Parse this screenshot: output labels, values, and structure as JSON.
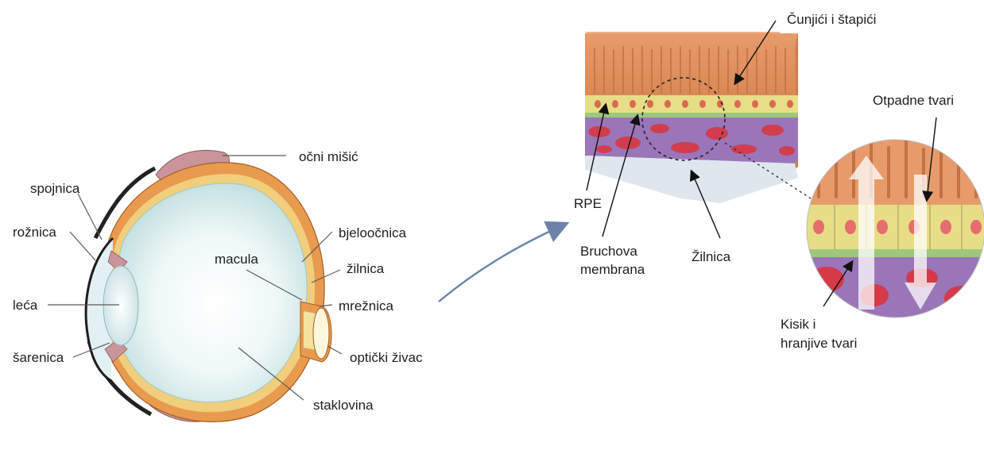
{
  "eye_labels": {
    "ocni_misic": "očni mišić",
    "spojnica": "spojnica",
    "roznica": "rožnica",
    "leca": "leća",
    "sarenica": "šarenica",
    "bjeloocnica": "bjeloočnica",
    "macula": "macula",
    "zilnica": "žilnica",
    "mreznica": "mrežnica",
    "opticki_zivac": "optički živac",
    "staklovina": "staklovina"
  },
  "retina_labels": {
    "cunjici": "Čunjići i štapići",
    "otpadne": "Otpadne tvari",
    "rpe": "RPE",
    "bruch_1": "Bruchova",
    "bruch_2": "membrana",
    "zilnica": "Žilnica",
    "kisik_1": "Kisik i",
    "kisik_2": "hranjive tvari"
  },
  "colors": {
    "sclera": "#e89a4f",
    "muscle": "#c9959a",
    "vitreous": "#cfe6e6",
    "photoreceptors": "#e0956a",
    "rpe_layer": "#e7dd86",
    "bruch_layer": "#9cc77d",
    "choroid": "#9a76b8",
    "vessels": "#d43a48",
    "arrow": "#6d82a7"
  }
}
